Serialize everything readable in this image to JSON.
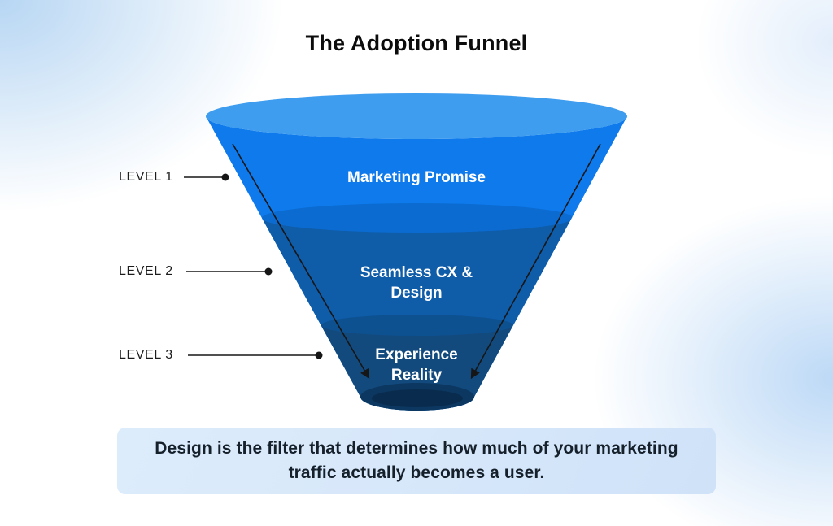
{
  "title": "The Adoption Funnel",
  "funnel": {
    "levels": [
      {
        "side_label": "LEVEL 1",
        "line1": "Marketing Promise",
        "line2": ""
      },
      {
        "side_label": "LEVEL 2",
        "line1": "Seamless CX &",
        "line2": "Design"
      },
      {
        "side_label": "LEVEL 3",
        "line1": "Experience",
        "line2": "Reality"
      }
    ],
    "colors": {
      "rim_top": "#3f9def",
      "level1": "#0e7aec",
      "lip2": "#0b6bd0",
      "level2": "#0f5ca9",
      "lip3": "#0d5190",
      "level3": "#134a7e",
      "spout_outer": "#0c3760",
      "spout_inner": "#092c4e",
      "line_ink": "#161616"
    }
  },
  "caption": {
    "line1": "Design is the filter that determines how much of your marketing",
    "line2": "traffic actually becomes a user."
  }
}
